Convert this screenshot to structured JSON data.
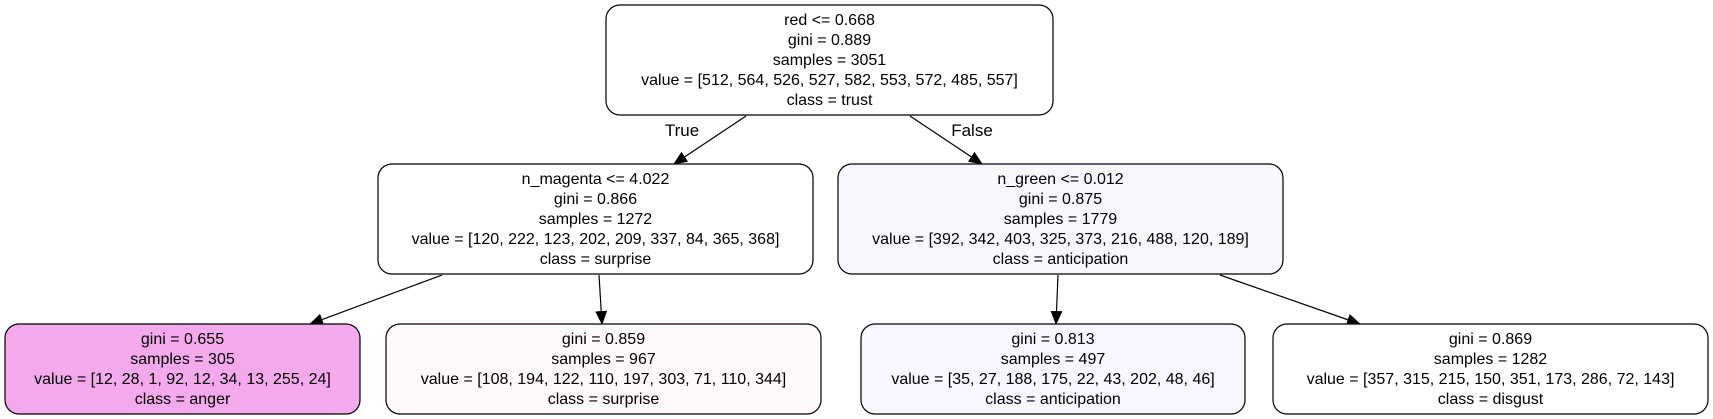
{
  "nodes": [
    {
      "id": "root",
      "fill": "#ffffff",
      "lines": [
        "red <= 0.668",
        "gini = 0.889",
        "samples = 3051",
        "value = [512, 564, 526, 527, 582, 553, 572, 485, 557]",
        "class = trust"
      ]
    },
    {
      "id": "left",
      "fill": "#ffffff",
      "lines": [
        "n_magenta <= 4.022",
        "gini = 0.866",
        "samples = 1272",
        "value = [120, 222, 123, 202, 209, 337, 84, 365, 368]",
        "class = surprise"
      ]
    },
    {
      "id": "right",
      "fill": "#f8f7fe",
      "lines": [
        "n_green <= 0.012",
        "gini = 0.875",
        "samples = 1779",
        "value = [392, 342, 403, 325, 373, 216, 488, 120, 189]",
        "class = anticipation"
      ]
    },
    {
      "id": "leaf-1",
      "fill": "#f3a9ec",
      "lines": [
        "gini = 0.655",
        "samples = 305",
        "value = [12, 28, 1, 92, 12, 34, 13, 255, 24]",
        "class = anger"
      ]
    },
    {
      "id": "leaf-2",
      "fill": "#fef8fa",
      "lines": [
        "gini = 0.859",
        "samples = 967",
        "value = [108, 194, 122, 110, 197, 303, 71, 110, 344]",
        "class = surprise"
      ]
    },
    {
      "id": "leaf-3",
      "fill": "#f8f6fe",
      "lines": [
        "gini = 0.813",
        "samples = 497",
        "value = [35, 27, 188, 175, 22, 43, 202, 48, 46]",
        "class = anticipation"
      ]
    },
    {
      "id": "leaf-4",
      "fill": "#ffffff",
      "lines": [
        "gini = 0.869",
        "samples = 1282",
        "value = [357, 315, 215, 150, 351, 173, 286, 72, 143]",
        "class = disgust"
      ]
    }
  ],
  "edges": [
    {
      "from": "root",
      "to": "left",
      "label": "True"
    },
    {
      "from": "root",
      "to": "right",
      "label": "False"
    },
    {
      "from": "left",
      "to": "leaf-1",
      "label": ""
    },
    {
      "from": "left",
      "to": "leaf-2",
      "label": ""
    },
    {
      "from": "right",
      "to": "leaf-3",
      "label": ""
    },
    {
      "from": "right",
      "to": "leaf-4",
      "label": ""
    }
  ]
}
